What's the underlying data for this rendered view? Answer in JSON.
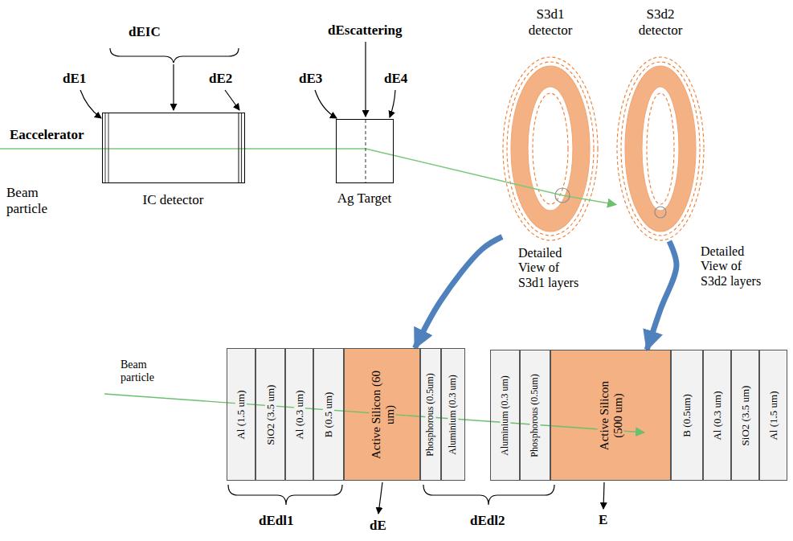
{
  "diagram": {
    "nodes": [
      {
        "text": [
          "IC detector"
        ]
      },
      {
        "text": [
          "Ag Target"
        ]
      },
      {
        "text": [
          "S3d1 detector"
        ]
      },
      {
        "text": [
          "S3d2 detector"
        ]
      },
      {
        "text": [
          "Al (1.5 um)"
        ]
      },
      {
        "text": [
          "SiO2 (3.5 um)"
        ]
      },
      {
        "text": [
          "Al (0.3 um)"
        ]
      },
      {
        "text": [
          "B (0.5 um)"
        ]
      },
      {
        "text": [
          "Active Silicon (60 um)"
        ]
      },
      {
        "text": [
          "Phosphorous (0.5um)"
        ]
      },
      {
        "text": [
          "Aluminium (0.3 um)"
        ]
      },
      {
        "text": [
          "Aluminium (0.3 um)"
        ]
      },
      {
        "text": [
          "Phosphorous (0.5um)"
        ]
      },
      {
        "text": [
          "Active Silicon (500 um)"
        ]
      },
      {
        "text": [
          "B (0.5um)"
        ]
      },
      {
        "text": [
          "Al (0.3 um)"
        ]
      },
      {
        "text": [
          "SiO2 (3.5 um)"
        ]
      },
      {
        "text": [
          "Al (1.5 um)"
        ]
      }
    ],
    "edges": [
      {
        "from": 0,
        "to": 1,
        "arrow": "none"
      },
      {
        "from": 1,
        "to": 2,
        "arrow": "none"
      },
      {
        "from": 2,
        "to": 3,
        "arrow": "to"
      },
      {
        "from": 2,
        "to": 8,
        "arrow": "to"
      },
      {
        "from": 3,
        "to": 13,
        "arrow": "to"
      }
    ],
    "labels": [
      "dE1",
      "dEIC",
      "dE2",
      "dE3",
      "dEscattering",
      "dE4",
      "Eaccelerator",
      "Beam particle",
      "Detailed View of S3d1 layers",
      "Detailed View of S3d2 layers",
      "Beam particle",
      "dEdl1",
      "dE",
      "dEdl2",
      "E"
    ]
  }
}
